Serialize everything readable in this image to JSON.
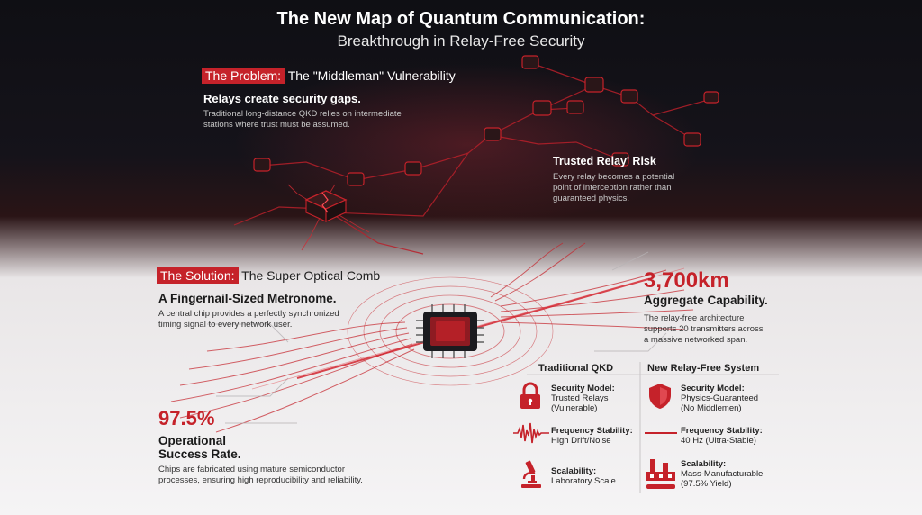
{
  "header": {
    "title": "The New Map of Quantum Communication:",
    "subtitle": "Breakthrough in Relay-Free Security"
  },
  "problem": {
    "tag": "The Problem:",
    "heading": "The \"Middleman\" Vulnerability",
    "claim": "Relays create security gaps.",
    "desc_line1": "Traditional long-distance QKD relies on intermediate",
    "desc_line2": "stations where trust must be assumed.",
    "risk_title": "Trusted Relay' Risk",
    "risk_line1": "Every relay becomes a potential",
    "risk_line2": "point of interception rather than",
    "risk_line3": "guaranteed physics."
  },
  "solution": {
    "tag": "The Solution:",
    "heading": "The Super Optical Comb",
    "claim": "A Fingernail-Sized Metronome.",
    "desc_line1": "A central chip provides a perfectly synchronized",
    "desc_line2": "timing signal to every network user."
  },
  "capability": {
    "value": "3,700km",
    "label": "Aggregate Capability.",
    "line1": "The relay-free architecture",
    "line2": "supports 20 transmitters across",
    "line3": "a massive networked span."
  },
  "success": {
    "value": "97.5%",
    "label_line1": "Operational",
    "label_line2": "Success Rate.",
    "line1": "Chips are fabricated using mature semiconductor",
    "line2": "processes, ensuring high reproducibility and reliability."
  },
  "comparison": {
    "left_header": "Traditional QKD",
    "right_header": "New Relay-Free System",
    "rows": [
      {
        "left_icon": "lock-icon",
        "left_label": "Security Model:",
        "left_val1": "Trusted Relays",
        "left_val2": "(Vulnerable)",
        "right_icon": "shield-icon",
        "right_label": "Security Model:",
        "right_val1": "Physics-Guaranteed",
        "right_val2": "(No Middlemen)"
      },
      {
        "left_icon": "noisy-wave-icon",
        "left_label": "Frequency Stability:",
        "left_val1": "High Drift/Noise",
        "left_val2": "",
        "right_icon": "flat-line-icon",
        "right_label": "Frequency Stability:",
        "right_val1": "40 Hz (Ultra-Stable)",
        "right_val2": ""
      },
      {
        "left_icon": "microscope-icon",
        "left_label": "Scalability:",
        "left_val1": "Laboratory Scale",
        "left_val2": "",
        "right_icon": "factory-icon",
        "right_label": "Scalability:",
        "right_val1": "Mass-Manufacturable",
        "right_val2": "(97.5% Yield)"
      }
    ]
  },
  "colors": {
    "accent": "#c5222a",
    "dark_bg": "#121116",
    "light_bg": "#f4f3f4"
  }
}
